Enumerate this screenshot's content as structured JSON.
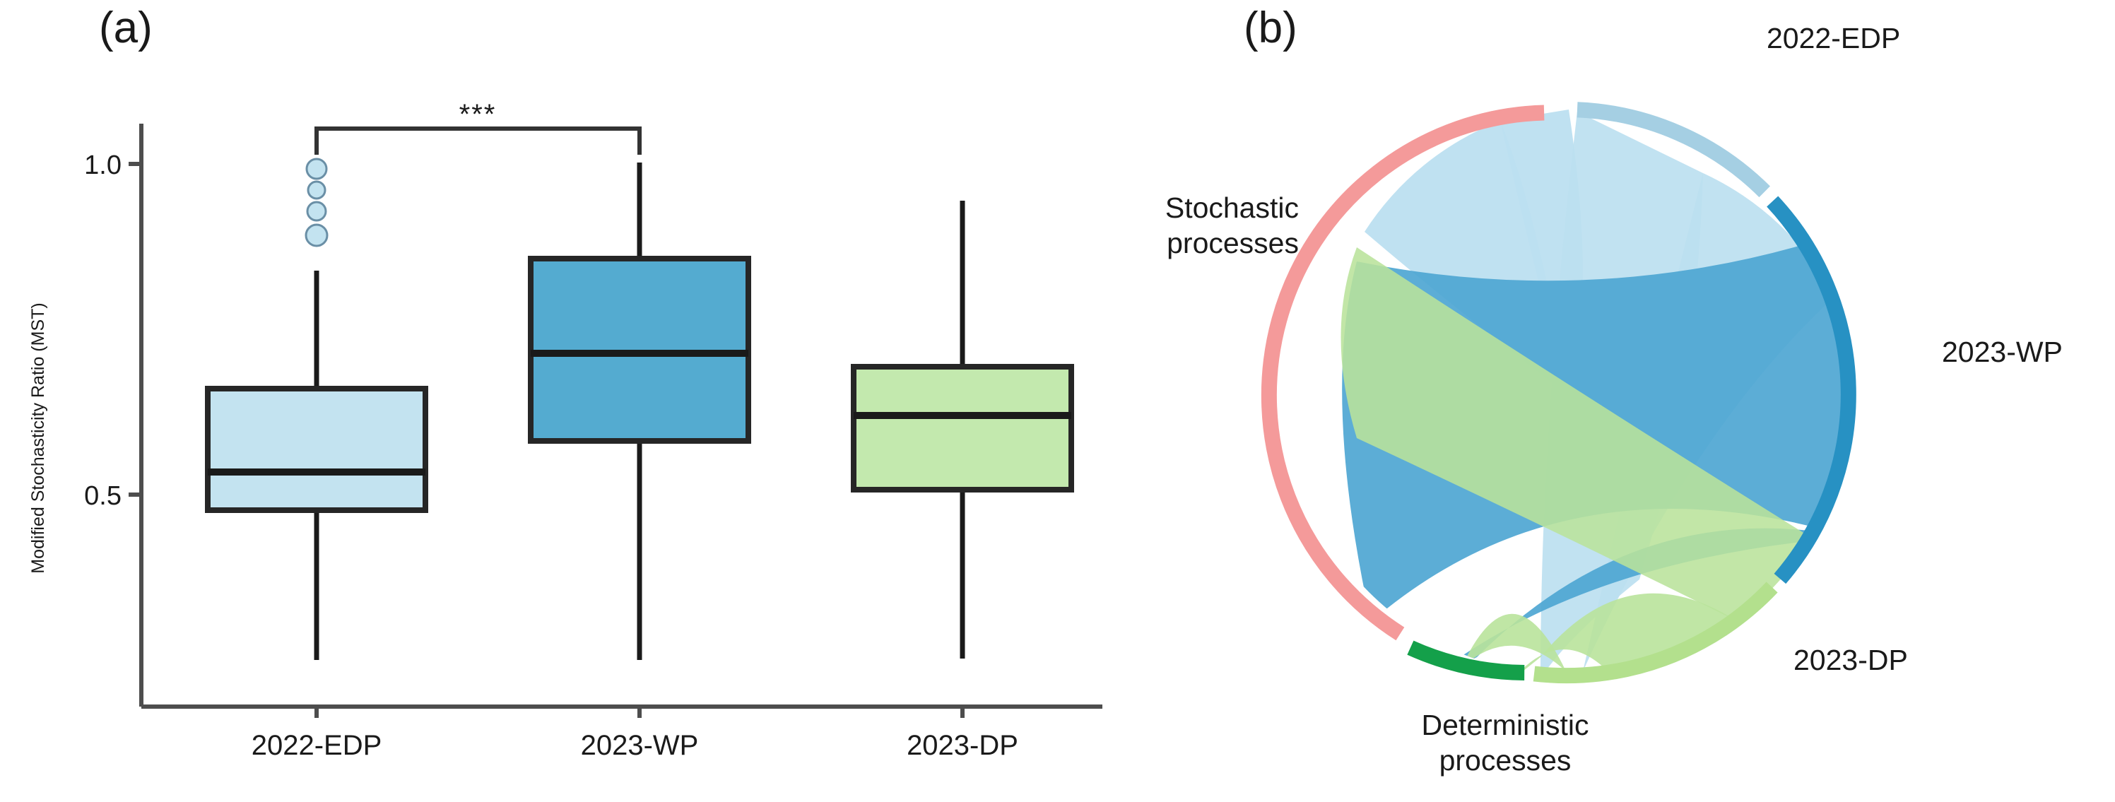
{
  "figure": {
    "panel_a_tag": "(a)",
    "panel_b_tag": "(b)"
  },
  "chart_data": [
    {
      "id": "panel_a",
      "type": "box",
      "title": "",
      "xlabel": "",
      "ylabel": "Modified Stochasticity Ratio (MST)",
      "ylim": [
        0.22,
        1.06
      ],
      "yticks": [
        0.5,
        1.0
      ],
      "ytick_labels": [
        "0.5",
        "1.0"
      ],
      "grid": false,
      "categories": [
        "2022-EDP",
        "2023-WP",
        "2023-DP"
      ],
      "boxes": [
        {
          "category": "2022-EDP",
          "fill": "#c3e3f0",
          "stroke": "#262626",
          "whisker_low": 0.262,
          "q1": 0.414,
          "median": 0.483,
          "q3": 0.598,
          "whisker_high": 0.838,
          "outliers": [
            0.953,
            0.923,
            0.895,
            0.862
          ]
        },
        {
          "category": "2023-WP",
          "fill": "#54abd0",
          "stroke": "#262626",
          "whisker_low": 0.262,
          "q1": 0.585,
          "median": 0.714,
          "q3": 0.861,
          "whisker_high": 0.996,
          "outliers": []
        },
        {
          "category": "2023-DP",
          "fill": "#c3e9ae",
          "stroke": "#262626",
          "whisker_low": 0.265,
          "q1": 0.511,
          "median": 0.62,
          "q3": 0.697,
          "whisker_high": 0.944,
          "outliers": []
        }
      ],
      "significance": [
        {
          "from": "2022-EDP",
          "to": "2023-WP",
          "label": "***"
        }
      ]
    },
    {
      "id": "panel_b",
      "type": "chord",
      "title": "",
      "sectors": [
        {
          "name": "Stochastic processes",
          "label": "Stochastic\nprocesses",
          "color": "#f49a9a",
          "label_pos": "left"
        },
        {
          "name": "Deterministic processes",
          "label": "Deterministic\nprocesses",
          "color": "#14a04a",
          "label_pos": "bottom"
        },
        {
          "name": "2022-EDP",
          "label": "2022-EDP",
          "color": "#a5cfe3",
          "label_pos": "top-right"
        },
        {
          "name": "2023-WP",
          "label": "2023-WP",
          "color": "#2791c3",
          "label_pos": "right"
        },
        {
          "name": "2023-DP",
          "label": "2023-DP",
          "color": "#b3e08d",
          "label_pos": "bottom-right"
        }
      ],
      "links": [
        {
          "source": "2022-EDP",
          "target": "Stochastic processes",
          "color": "#bcdff0",
          "value": 0.52
        },
        {
          "source": "2022-EDP",
          "target": "Deterministic processes",
          "color": "#bcdff0",
          "value": 0.48
        },
        {
          "source": "2023-WP",
          "target": "Stochastic processes",
          "color": "#55a8d4",
          "value": 0.83
        },
        {
          "source": "2023-WP",
          "target": "Deterministic processes",
          "color": "#55a8d4",
          "value": 0.17
        },
        {
          "source": "2023-DP",
          "target": "Stochastic processes",
          "color": "#b9e39b",
          "value": 0.67
        },
        {
          "source": "2023-DP",
          "target": "Deterministic processes",
          "color": "#b9e39b",
          "value": 0.33
        }
      ]
    }
  ],
  "panel_a": {
    "y_axis_title": "Modified Stochasticity Ratio (MST)",
    "y_tick_1": "1.0",
    "y_tick_2": "0.5",
    "x_label_1": "2022-EDP",
    "x_label_2": "2023-WP",
    "x_label_3": "2023-DP",
    "significance_mark": "***"
  },
  "panel_b": {
    "label_stochastic_line1": "Stochastic",
    "label_stochastic_line2": "processes",
    "label_deterministic_line1": "Deterministic",
    "label_deterministic_line2": "processes",
    "label_2022_edp": "2022-EDP",
    "label_2023_wp": "2023-WP",
    "label_2023_dp": "2023-DP"
  },
  "colors": {
    "edp_light_blue": "#c3e3f0",
    "wp_blue": "#54abd0",
    "dp_green": "#c3e9ae",
    "stochastic_pink": "#f49a9a",
    "deterministic_green": "#14a04a",
    "axis_black": "#262626"
  }
}
